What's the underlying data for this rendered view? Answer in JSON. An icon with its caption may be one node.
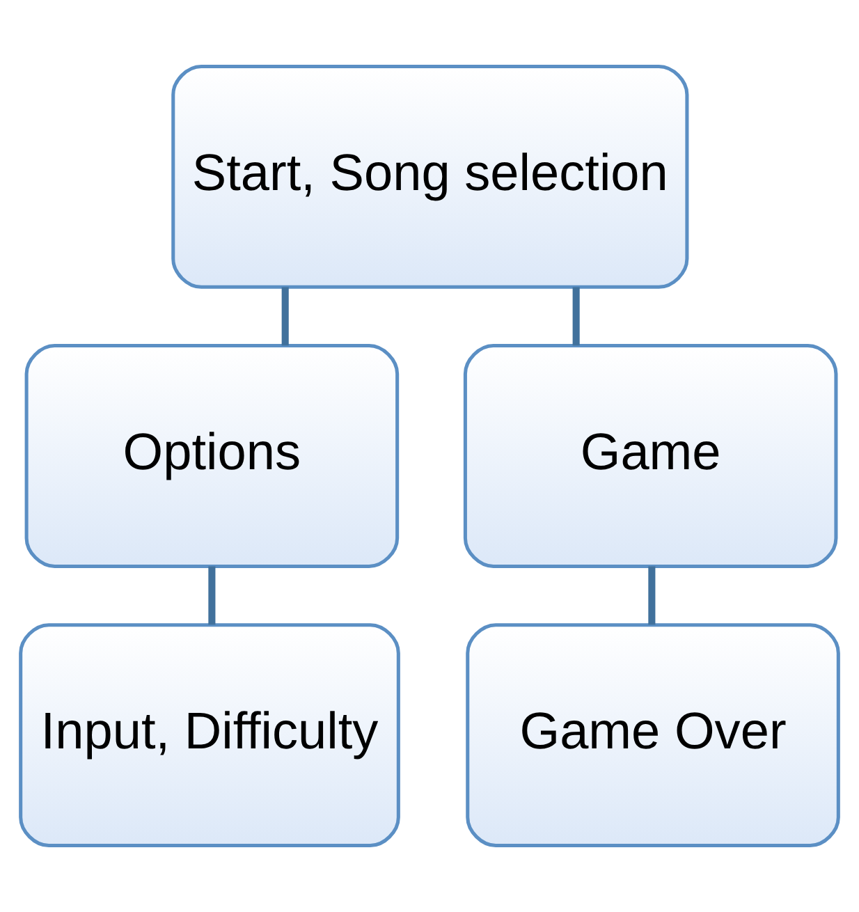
{
  "diagram": {
    "nodes": [
      {
        "text": [
          "Start, Song selection"
        ]
      },
      {
        "text": [
          "Options"
        ]
      },
      {
        "text": [
          "Game"
        ]
      },
      {
        "text": [
          "Input, Difficulty"
        ]
      },
      {
        "text": [
          "Game Over"
        ]
      }
    ],
    "edges": [
      {
        "from": 0,
        "to": 1,
        "arrow": "none"
      },
      {
        "from": 0,
        "to": 2,
        "arrow": "none"
      },
      {
        "from": 1,
        "to": 3,
        "arrow": "none"
      },
      {
        "from": 2,
        "to": 4,
        "arrow": "none"
      }
    ]
  }
}
